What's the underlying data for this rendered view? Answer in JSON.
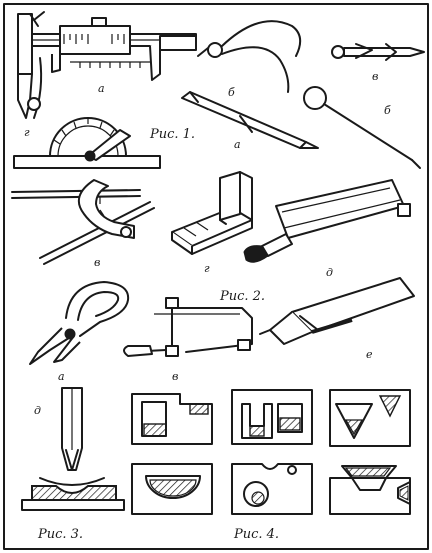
{
  "figures": {
    "fig1": {
      "caption": "Рис. 1.",
      "labels": [
        "а",
        "б",
        "в",
        "г",
        "а",
        "б",
        "в"
      ]
    },
    "fig2": {
      "caption": "Рис. 2.",
      "labels": [
        "г",
        "д",
        "е"
      ]
    },
    "fig3": {
      "caption": "Рис. 3.",
      "labels": [
        "д"
      ]
    },
    "fig4": {
      "caption": "Рис. 4."
    },
    "bottom": {
      "labels": [
        "а",
        "в"
      ]
    }
  },
  "colors": {
    "ink": "#1a1a1a",
    "paper": "#ffffff",
    "hatch": "#1a1a1a"
  }
}
